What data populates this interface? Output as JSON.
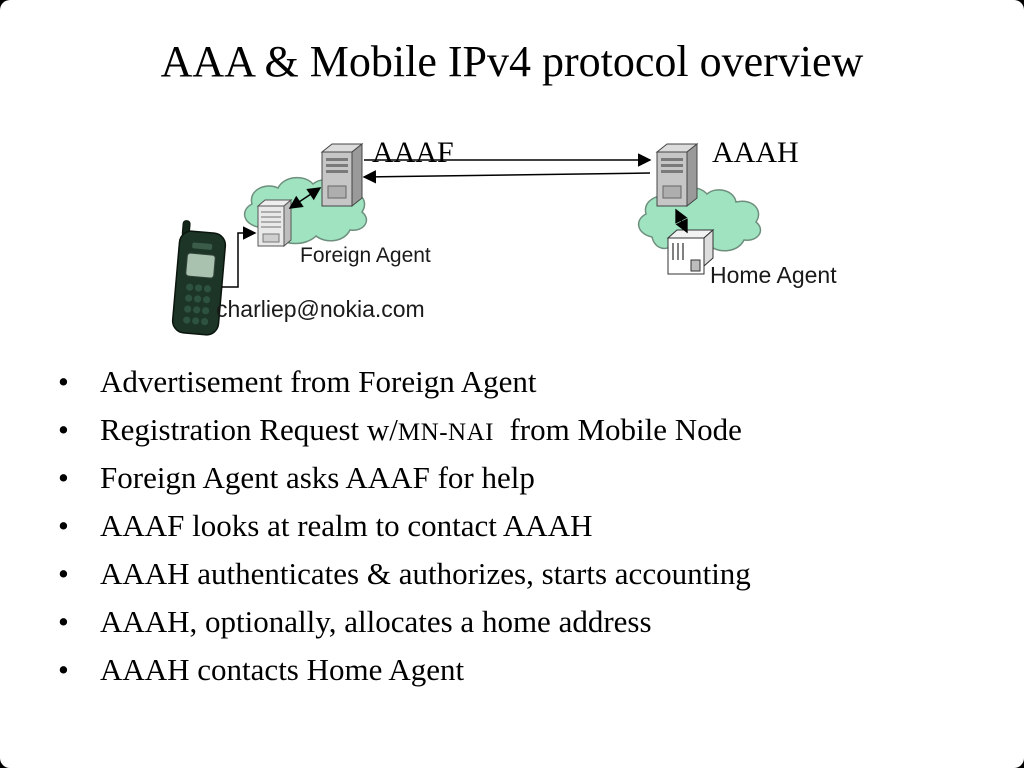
{
  "slide": {
    "title": "AAA & Mobile IPv4 protocol overview"
  },
  "diagram": {
    "labels": {
      "aaaf": "AAAF",
      "aaah": "AAAH",
      "foreign_agent": "Foreign Agent",
      "home_agent": "Home Agent",
      "mobile_user": "charliep@nokia.com"
    },
    "colors": {
      "cloud_fill": "#9fe3c0",
      "cloud_stroke": "#6e8f7d",
      "arrow": "#000000",
      "phone_body": "#1c3526"
    }
  },
  "bullets": {
    "marker": "•",
    "items": [
      {
        "text": "Advertisement from Foreign Agent"
      },
      {
        "pre": "Registration Request w/",
        "smallcaps": "MN-NAI",
        "post": "  from Mobile Node"
      },
      {
        "text": "Foreign Agent asks AAAF for help"
      },
      {
        "text": "AAAF looks at realm to contact AAAH"
      },
      {
        "text": "AAAH authenticates & authorizes, starts accounting"
      },
      {
        "text": "AAAH, optionally, allocates a home address"
      },
      {
        "text": "AAAH contacts Home Agent"
      }
    ]
  }
}
